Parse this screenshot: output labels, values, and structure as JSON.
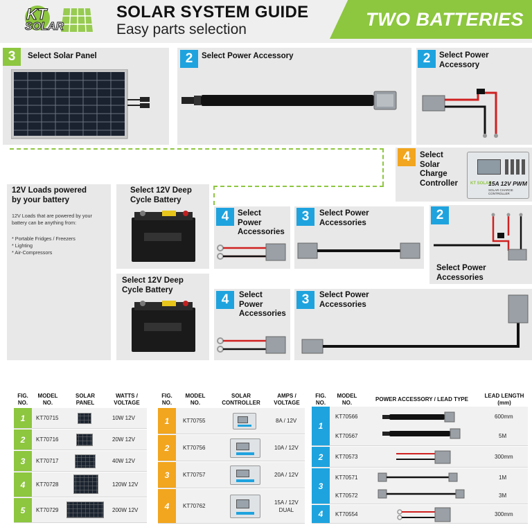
{
  "colors": {
    "green": "#8dc63f",
    "blue": "#1ea3de",
    "orange": "#f2a51e",
    "panel_bg": "#e8e8e8"
  },
  "header": {
    "logo_kt": "KT",
    "logo_solar": "SOLAR",
    "title": "SOLAR SYSTEM GUIDE",
    "subtitle": "Easy parts selection",
    "tag": "TWO BATTERIES"
  },
  "steps": {
    "solar_panel": {
      "num": "3",
      "label": "Select Solar Panel"
    },
    "power_accessory_top": {
      "num": "2",
      "label": "Select Power Accessory"
    },
    "power_accessory_right": {
      "num": "2",
      "label": "Select Power\nAccessory"
    },
    "controller": {
      "num": "4",
      "label": "Select\nSolar\nCharge\nController"
    },
    "controller_device": {
      "brand": "KT SOLAR",
      "model": "15A 12V PWM",
      "caption": "SOLAR CHARGE CONTROLLER"
    },
    "loads": {
      "title": "12V Loads powered\nby your battery",
      "intro": "12V Loads that are powered by your\nbattery can be anything from:",
      "items": [
        "* Portable Fridges / Freezers",
        "* Lighting",
        "* Air-Compressors"
      ]
    },
    "battery_1": {
      "label": "Select 12V Deep\nCycle Battery"
    },
    "battery_2": {
      "label": "Select 12V Deep\nCycle Battery"
    },
    "accessories_4a": {
      "num": "4",
      "label": "Select\nPower\nAccessories"
    },
    "accessories_3a": {
      "num": "3",
      "label": "Select Power\nAccessories"
    },
    "accessories_2b": {
      "num": "2",
      "label": "Select Power\nAccessories"
    },
    "accessories_4b": {
      "num": "4",
      "label": "Select\nPower\nAccessories"
    },
    "accessories_3b": {
      "num": "3",
      "label": "Select Power\nAccessories"
    }
  },
  "table_panel": {
    "headers": [
      "FIG.\nNO.",
      "MODEL\nNO.",
      "SOLAR\nPANEL",
      "WATTS /\nVOLTAGE"
    ],
    "rows": [
      {
        "fig": "1",
        "model": "KT70715",
        "watts": "10W  12V"
      },
      {
        "fig": "2",
        "model": "KT70716",
        "watts": "20W  12V"
      },
      {
        "fig": "3",
        "model": "KT70717",
        "watts": "40W  12V"
      },
      {
        "fig": "4",
        "model": "KT70728",
        "watts": "120W 12V"
      },
      {
        "fig": "5",
        "model": "KT70729",
        "watts": "200W 12V"
      }
    ]
  },
  "table_controller": {
    "headers": [
      "FIG.\nNO.",
      "MODEL\nNO.",
      "SOLAR\nCONTROLLER",
      "AMPS /\nVOLTAGE"
    ],
    "rows": [
      {
        "fig": "1",
        "model": "KT70755",
        "amps": "8A / 12V"
      },
      {
        "fig": "2",
        "model": "KT70756",
        "amps": "10A / 12V"
      },
      {
        "fig": "3",
        "model": "KT70757",
        "amps": "20A / 12V"
      },
      {
        "fig": "4",
        "model": "KT70762",
        "amps": "15A / 12V\nDUAL"
      }
    ]
  },
  "table_accessory": {
    "headers": [
      "FIG.\nNO.",
      "MODEL\nNO.",
      "POWER ACCESSORY / LEAD TYPE",
      "LEAD LENGTH\n(mm)"
    ],
    "groups": [
      {
        "fig": "1",
        "models": [
          "KT70566",
          "KT70567"
        ],
        "lengths": [
          "600mm",
          "5M"
        ]
      },
      {
        "fig": "2",
        "models": [
          "KT70573"
        ],
        "lengths": [
          "300mm"
        ]
      },
      {
        "fig": "3",
        "models": [
          "KT70571",
          "KT70572"
        ],
        "lengths": [
          "1M",
          "3M"
        ]
      },
      {
        "fig": "4",
        "models": [
          "KT70554"
        ],
        "lengths": [
          "300mm"
        ]
      }
    ]
  }
}
